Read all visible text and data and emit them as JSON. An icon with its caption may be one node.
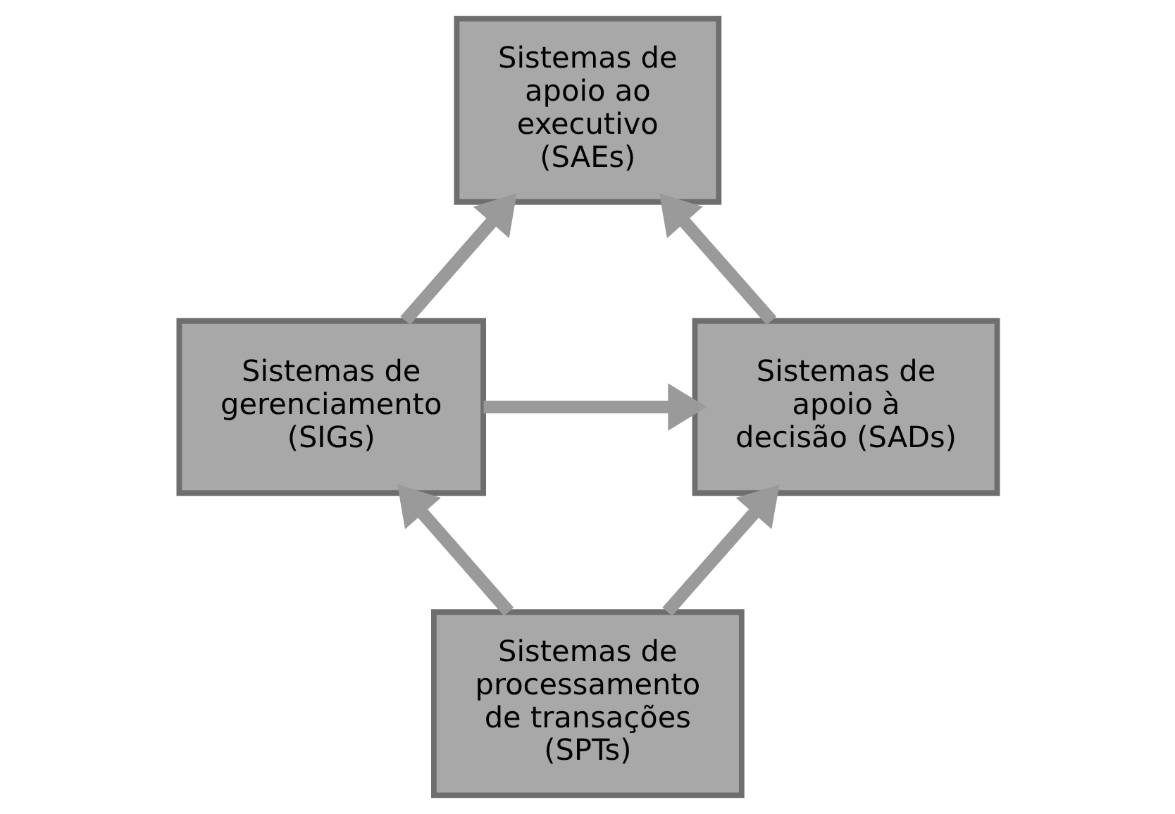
{
  "diagram": {
    "nodes": [
      {
        "text": [
          "Sistemas de apoio ao executivo (SAEs)"
        ]
      },
      {
        "text": [
          "Sistemas de gerenciamento (SIGs)"
        ]
      },
      {
        "text": [
          "Sistemas de apoio à decisão (SADs)"
        ]
      },
      {
        "text": [
          "Sistemas de processamento de transações (SPTs)"
        ]
      }
    ],
    "edges": [
      {
        "from": 1,
        "to": 0,
        "arrow": "to"
      },
      {
        "from": 2,
        "to": 0,
        "arrow": "to"
      },
      {
        "from": 1,
        "to": 2,
        "arrow": "to"
      },
      {
        "from": 3,
        "to": 1,
        "arrow": "to"
      },
      {
        "from": 3,
        "to": 2,
        "arrow": "to"
      }
    ]
  }
}
